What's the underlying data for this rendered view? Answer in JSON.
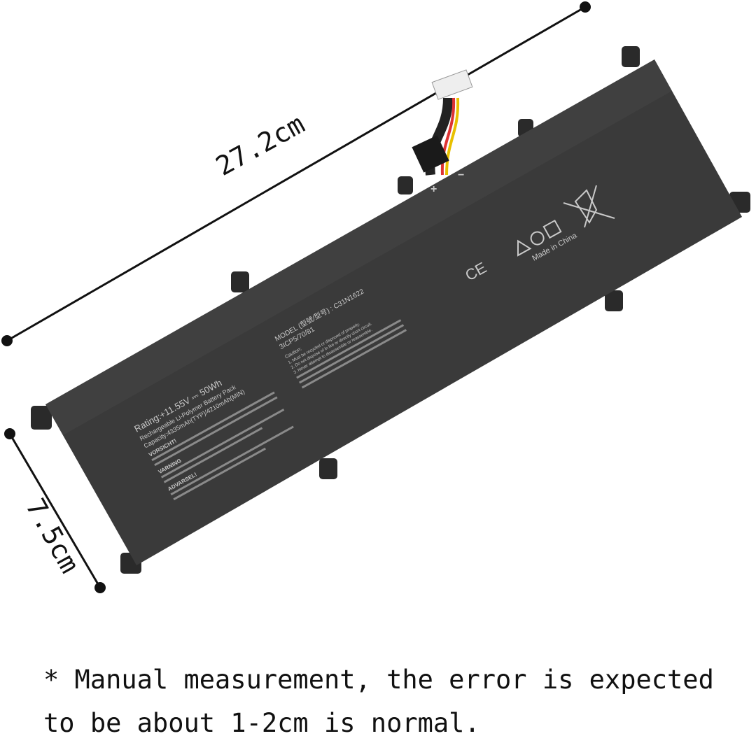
{
  "measurements": {
    "length": "27.2cm",
    "width": "7.5cm"
  },
  "battery": {
    "rating": "Rating:+11.55V ⎓ 50Wh",
    "type": "Rechargeable Li-Polymer Battery Pack",
    "capacity": "Capacity:4335mAh(TYP)/4210mAh(MIN)",
    "model": "MODEL (型號/型号) : C31N1622",
    "cells": "3ICP5/70/81",
    "caution": "Caution:",
    "caution_1": "1. Must be recycled or disposed of properly.",
    "caution_2": "2. Do not dispose of in fire or directly short circuit.",
    "caution_3": "3. Never attempt to disassemble or reassemble.",
    "made_in": "Made in China",
    "ce_mark": "CE",
    "plus": "+",
    "minus": "−",
    "warnings": [
      "VORSICHT!",
      "VARNING",
      "ADVARSEL!"
    ]
  },
  "colors": {
    "battery": "#3a3a3a",
    "label_text": "#c9c9c9"
  },
  "note": {
    "line1": "* Manual measurement, the error is expected",
    "line2": "to be about 1-2cm is normal."
  }
}
